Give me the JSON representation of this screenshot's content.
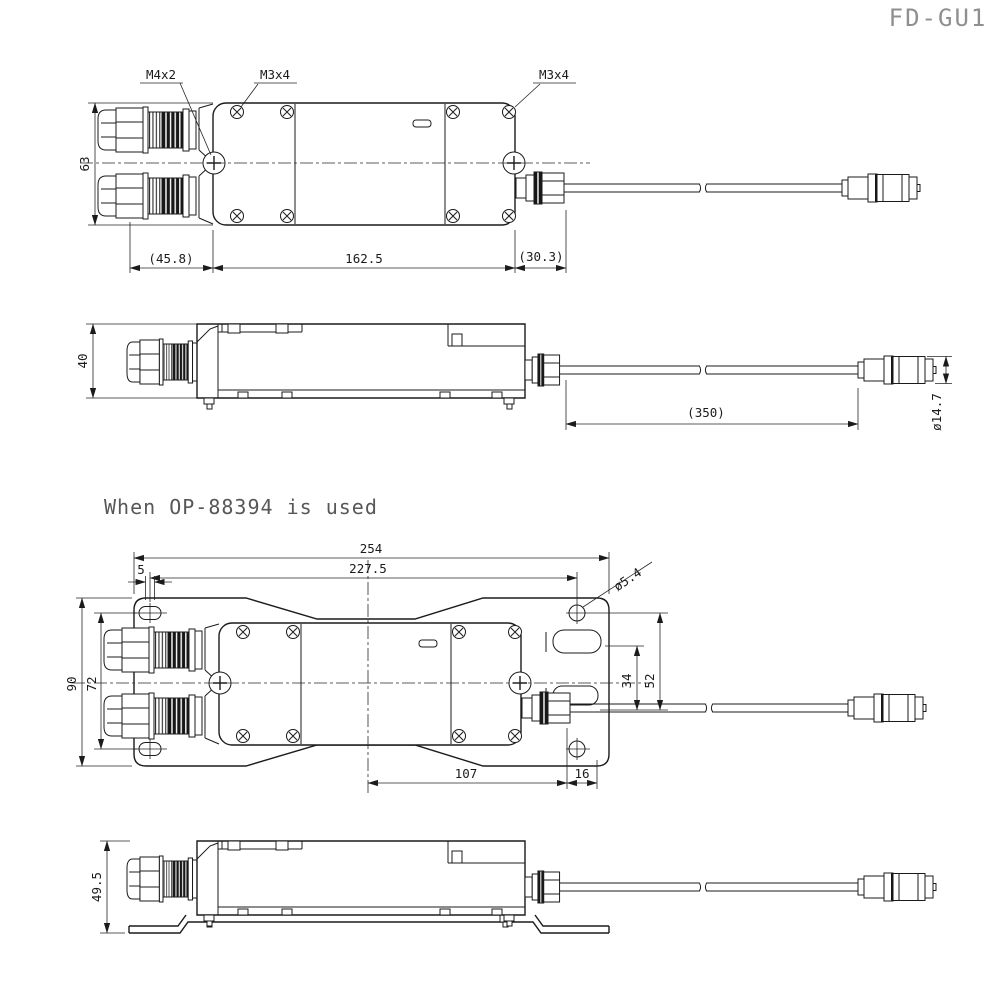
{
  "title": "FD-GU1",
  "note": "When OP-88394 is used",
  "top_view": {
    "label_m4": "M4x2",
    "label_m3_left": "M3x4",
    "label_m3_right": "M3x4",
    "dim_height": "63",
    "dim_gland_section": "(45.8)",
    "dim_body_length": "162.5",
    "dim_right_section": "(30.3)"
  },
  "side_view": {
    "dim_height": "40",
    "dim_cable_length": "(350)",
    "dim_connector_dia": "ø14.7"
  },
  "bracket_top_view": {
    "dim_total_width": "254",
    "dim_hole_pitch": "227.5",
    "dim_slot_width": "5",
    "dim_hole_dia": "ø5.4",
    "dim_total_height": "90",
    "dim_slot_pitch": "72",
    "dim_cable_offset_inner": "34",
    "dim_cable_offset_outer": "52",
    "dim_bottom_span": "107",
    "dim_bottom_edge": "16"
  },
  "bracket_side_view": {
    "dim_height": "49.5"
  }
}
